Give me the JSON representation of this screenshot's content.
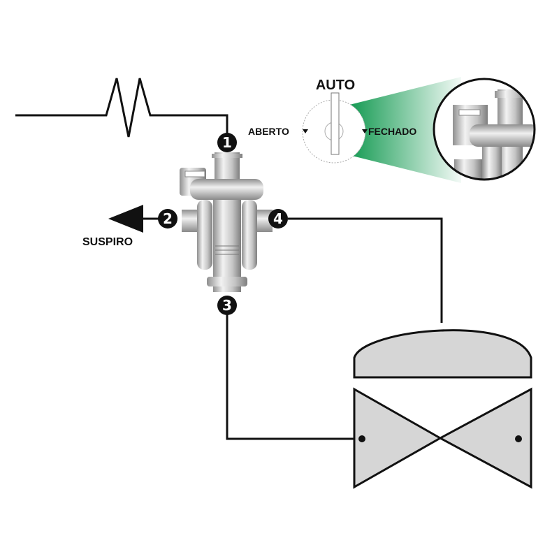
{
  "labels": {
    "auto": "AUTO",
    "open": "ABERTO",
    "closed": "FECHADO",
    "vent": "SUSPIRO"
  },
  "ports": [
    "1",
    "2",
    "3",
    "4"
  ],
  "colors": {
    "line": "#111111",
    "accent_green": "#1a9a55",
    "actuator_fill": "#d6d6d6",
    "metal": "#b8b8b8"
  }
}
